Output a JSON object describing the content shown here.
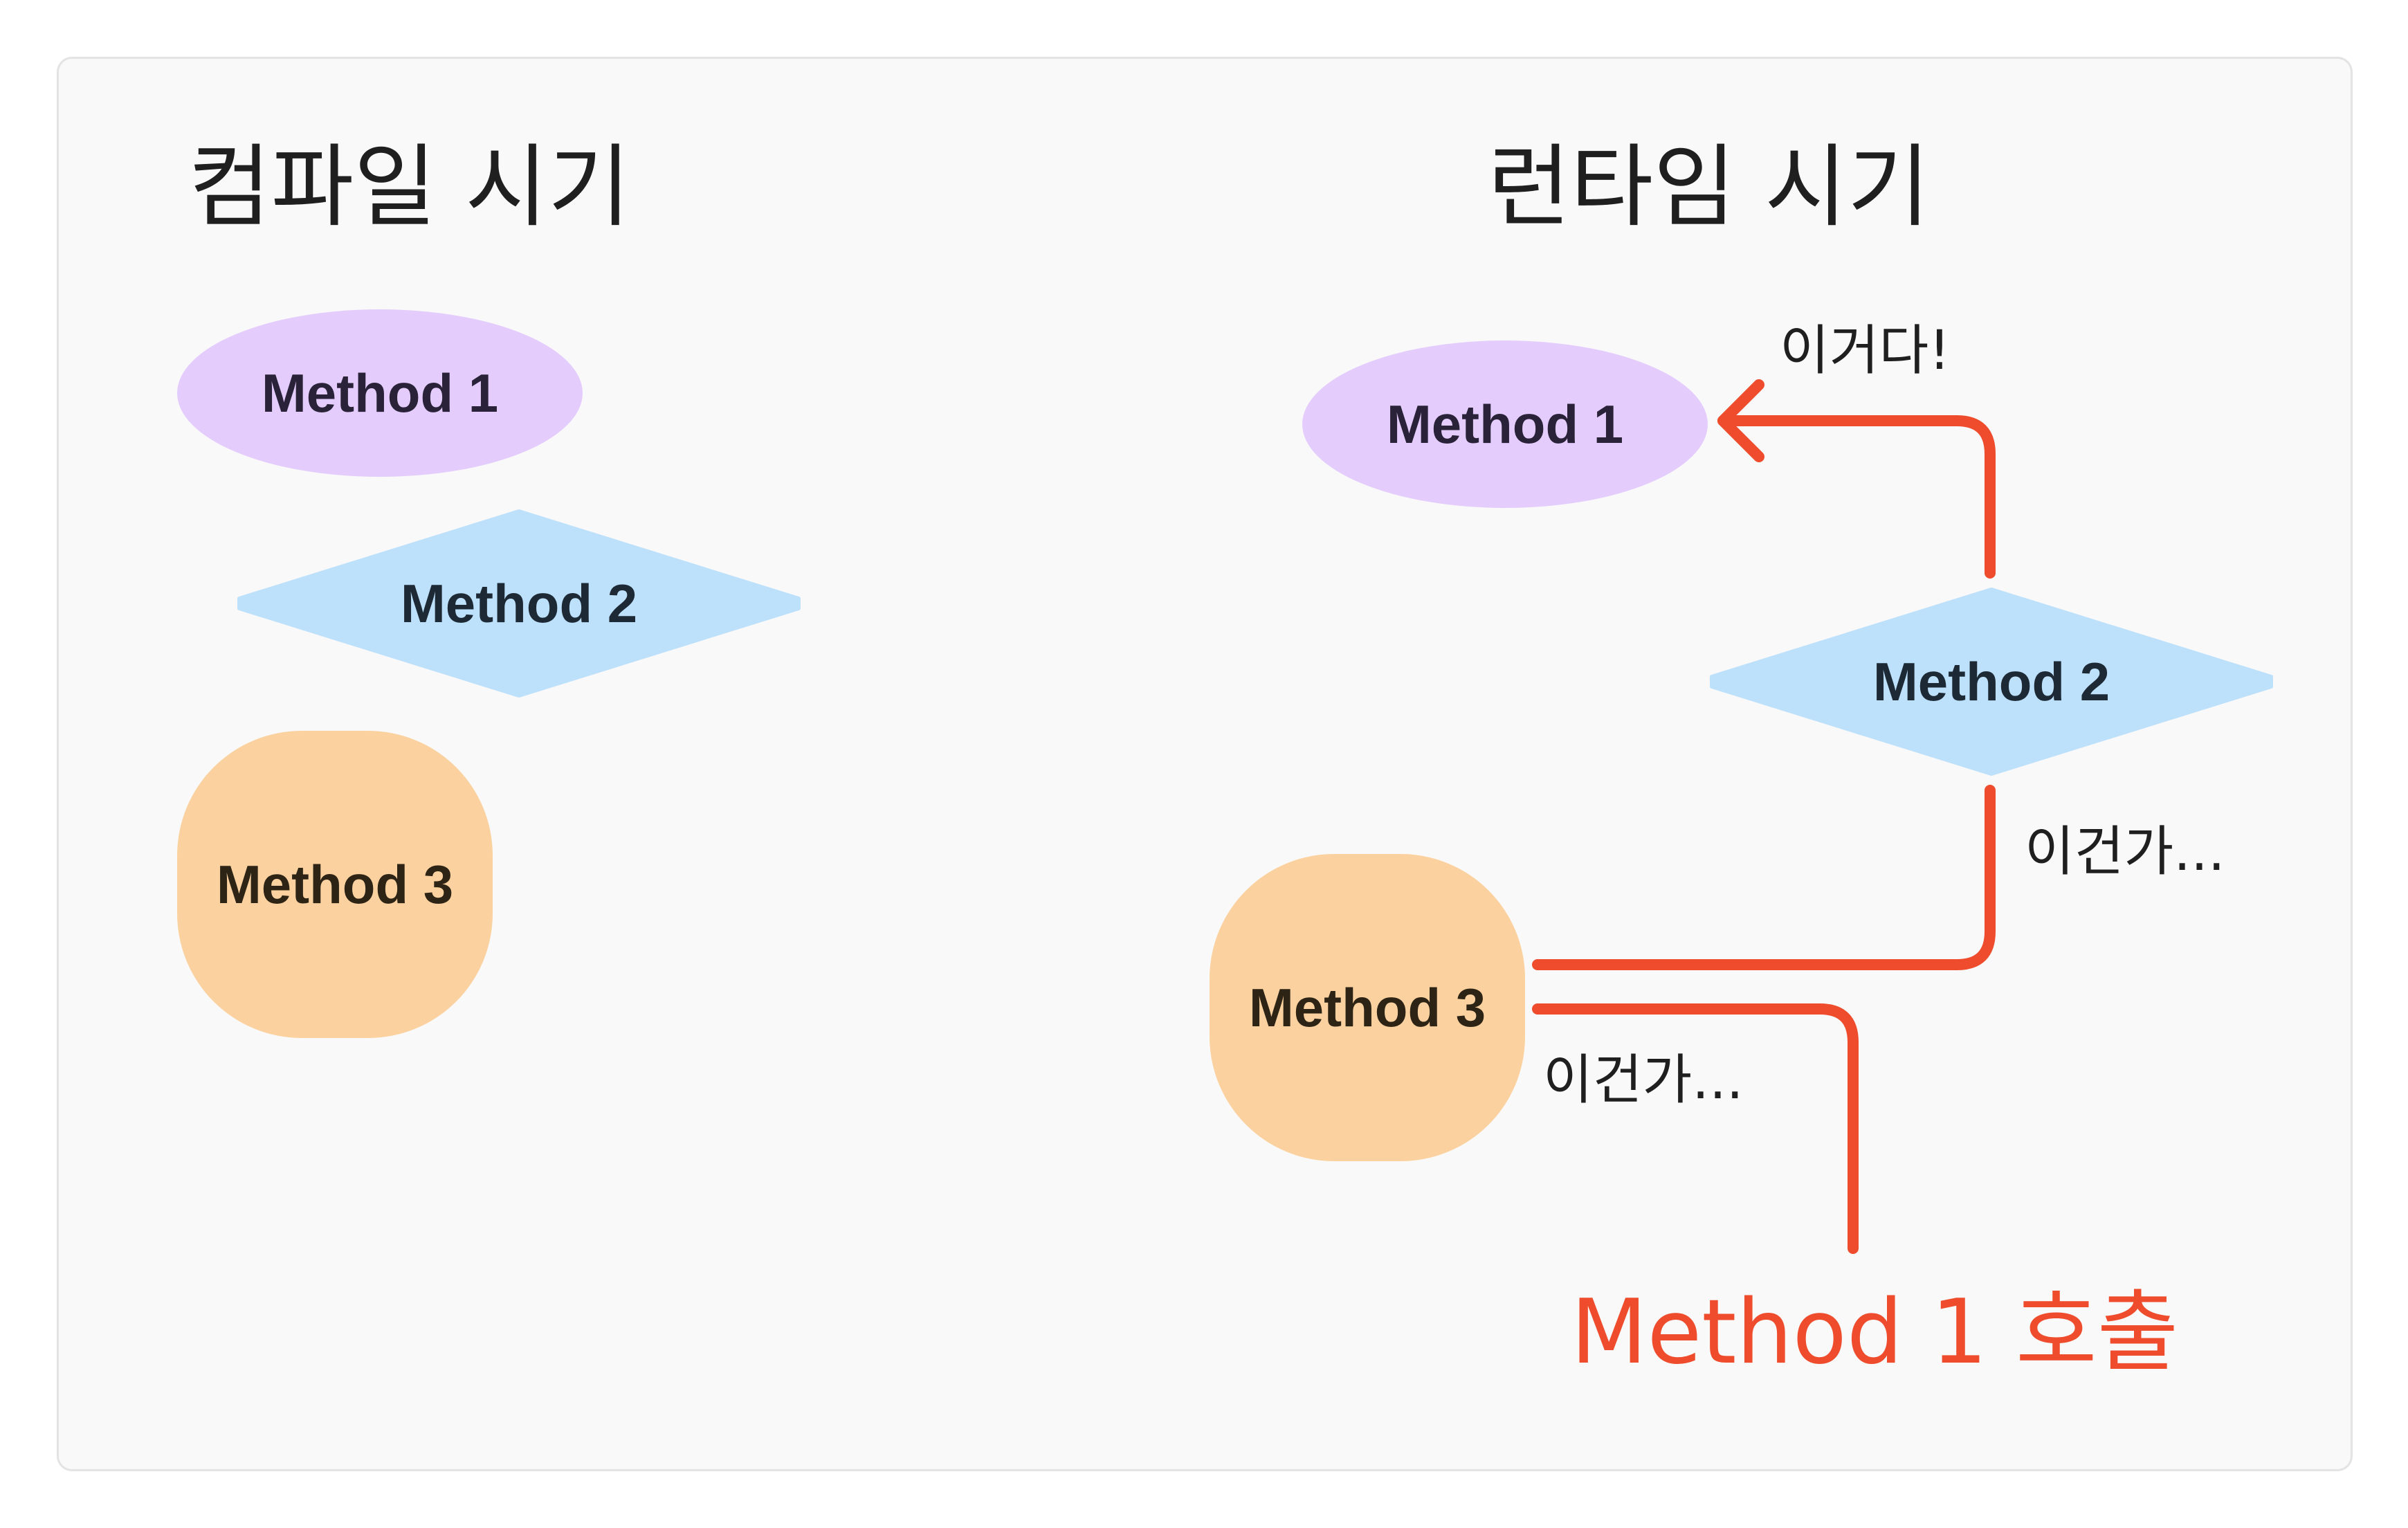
{
  "colors": {
    "ellipse_fill": "#e4cdfc",
    "diamond_fill": "#bde0fb",
    "rounded_fill": "#fbd29f",
    "arrow": "#ee4c2c",
    "background": "#f9f9f9"
  },
  "compile_time": {
    "title": "컴파일 시기",
    "method1": "Method 1",
    "method2": "Method 2",
    "method3": "Method 3"
  },
  "runtime": {
    "title": "런타임 시기",
    "method1": "Method 1",
    "method2": "Method 2",
    "method3": "Method 3",
    "annotation_found": "이거다!",
    "annotation_method2": "이건가...",
    "annotation_method3": "이건가...",
    "call_label": "Method 1 호출"
  }
}
